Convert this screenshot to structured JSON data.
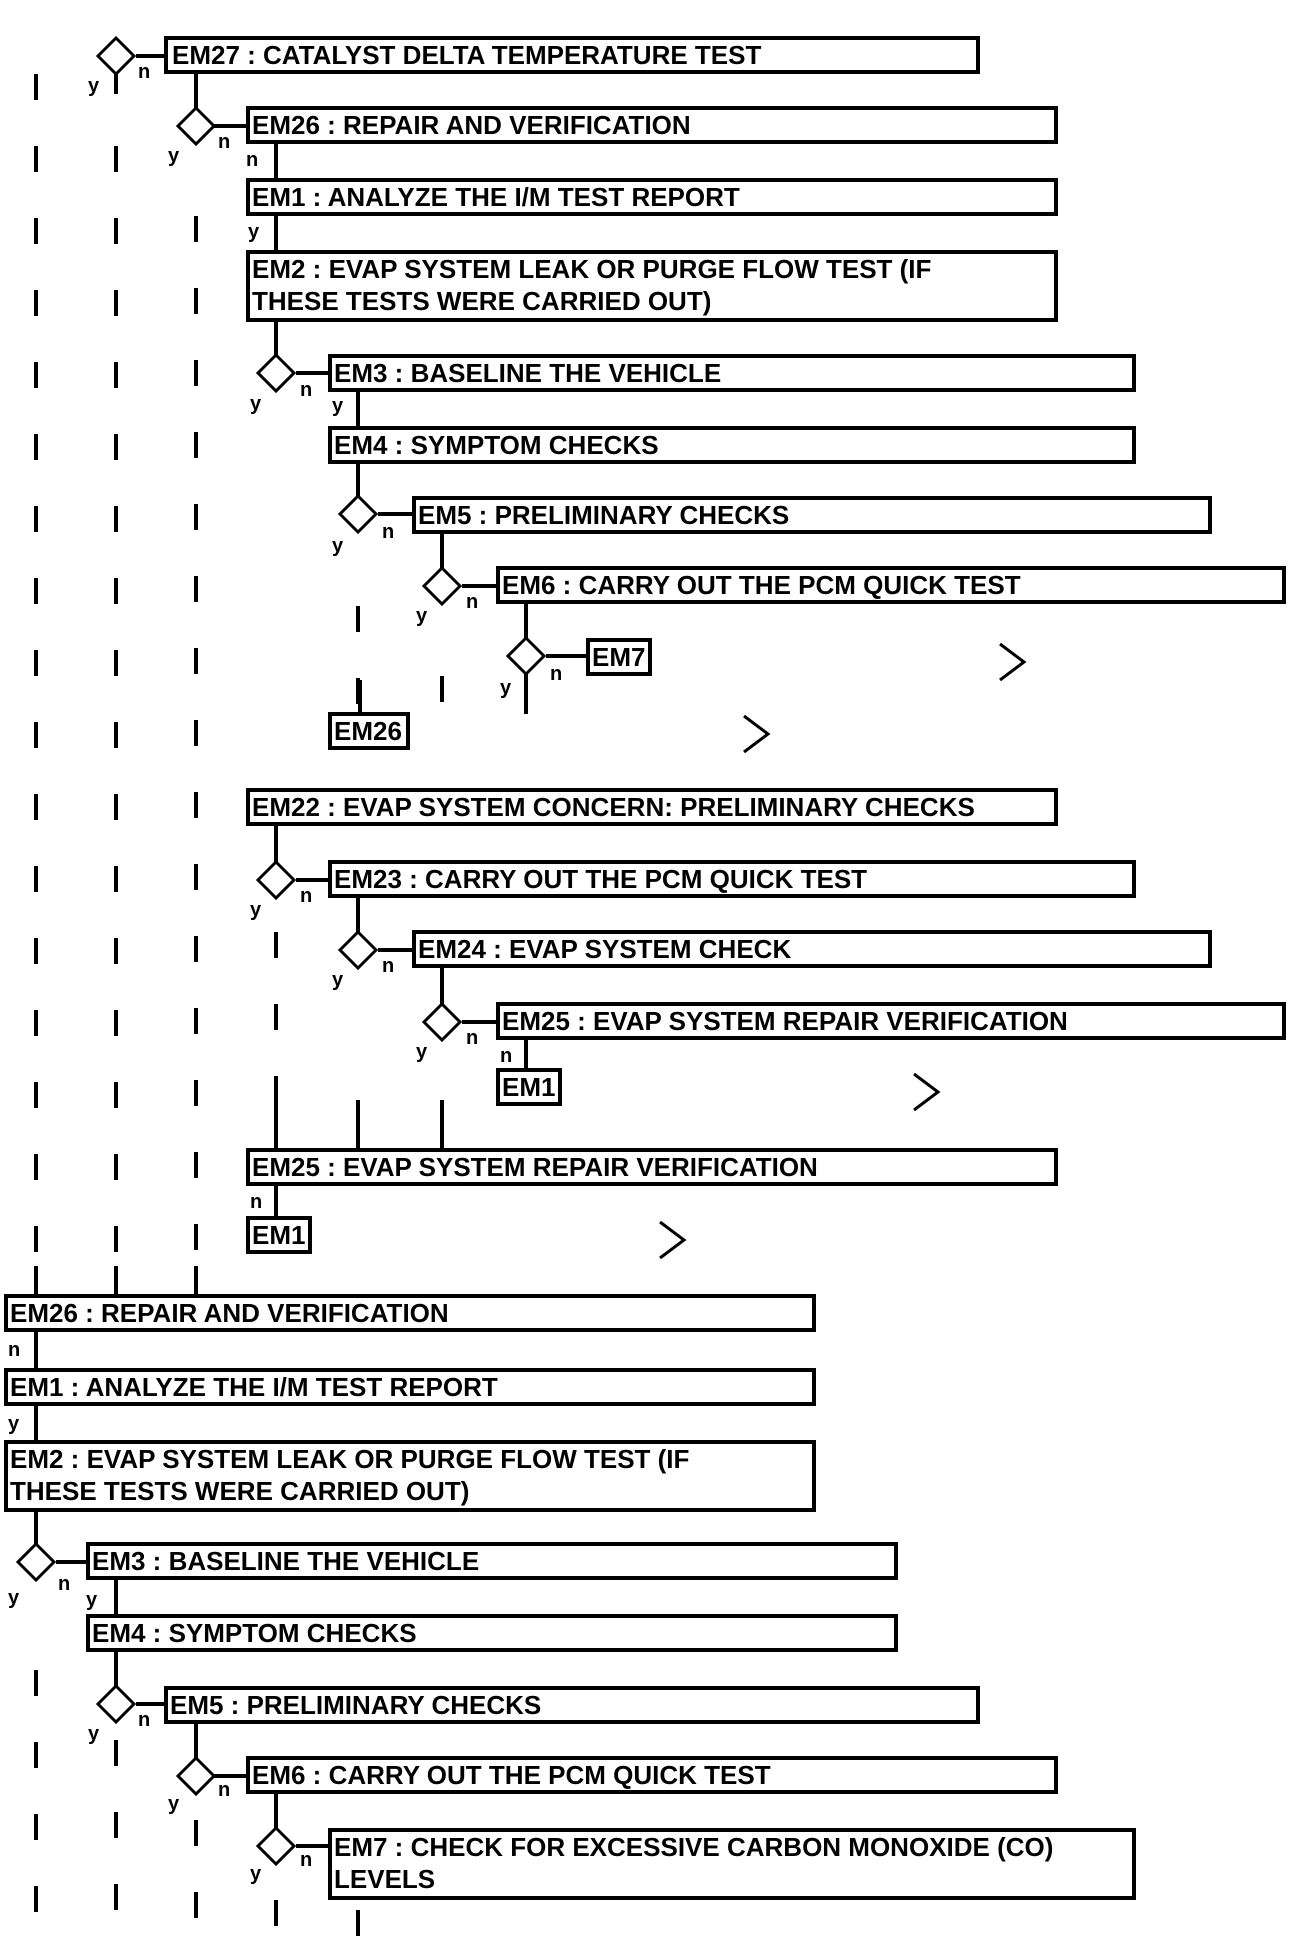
{
  "labels": {
    "em27_catalyst": "EM27 : CATALYST DELTA TEMPERATURE TEST",
    "em26_repair_a": "EM26 : REPAIR AND VERIFICATION",
    "em1_analyze_a": "EM1 : ANALYZE THE I/M TEST REPORT",
    "em2_evap_a_1": "EM2 : EVAP SYSTEM LEAK OR PURGE FLOW TEST (IF",
    "em2_evap_a_2": "THESE TESTS WERE CARRIED OUT)",
    "em3_baseline_a": "EM3 : BASELINE THE VEHICLE",
    "em4_symptom_a": "EM4 : SYMPTOM CHECKS",
    "em5_prelim_a": "EM5 : PRELIMINARY CHECKS",
    "em6_quick_a": "EM6 : CARRY OUT THE PCM QUICK TEST",
    "ref_em7": "EM7",
    "ref_em26": "EM26",
    "em22_evap": "EM22 : EVAP SYSTEM CONCERN: PRELIMINARY CHECKS",
    "em23_quick": "EM23 : CARRY OUT THE PCM QUICK TEST",
    "em24_evap": "EM24 : EVAP SYSTEM CHECK",
    "em25_verify_a": "EM25 : EVAP SYSTEM REPAIR VERIFICATION",
    "ref_em1_a": "EM1",
    "em25_verify_b": "EM25 : EVAP SYSTEM REPAIR VERIFICATION",
    "ref_em1_b": "EM1",
    "em26_repair_b": "EM26 : REPAIR AND VERIFICATION",
    "em1_analyze_b": "EM1 : ANALYZE THE I/M TEST REPORT",
    "em2_evap_b_1": "EM2 : EVAP SYSTEM LEAK OR PURGE FLOW TEST (IF",
    "em2_evap_b_2": "THESE TESTS WERE CARRIED OUT)",
    "em3_baseline_b": "EM3 : BASELINE THE VEHICLE",
    "em4_symptom_b": "EM4 : SYMPTOM CHECKS",
    "em5_prelim_b": "EM5 : PRELIMINARY CHECKS",
    "em6_quick_b": "EM6 : CARRY OUT THE PCM QUICK TEST",
    "em7_co_1": "EM7 : CHECK FOR EXCESSIVE CARBON MONOXIDE (CO)",
    "em7_co_2": "LEVELS"
  },
  "yn": {
    "yes": "y",
    "no": "n"
  }
}
